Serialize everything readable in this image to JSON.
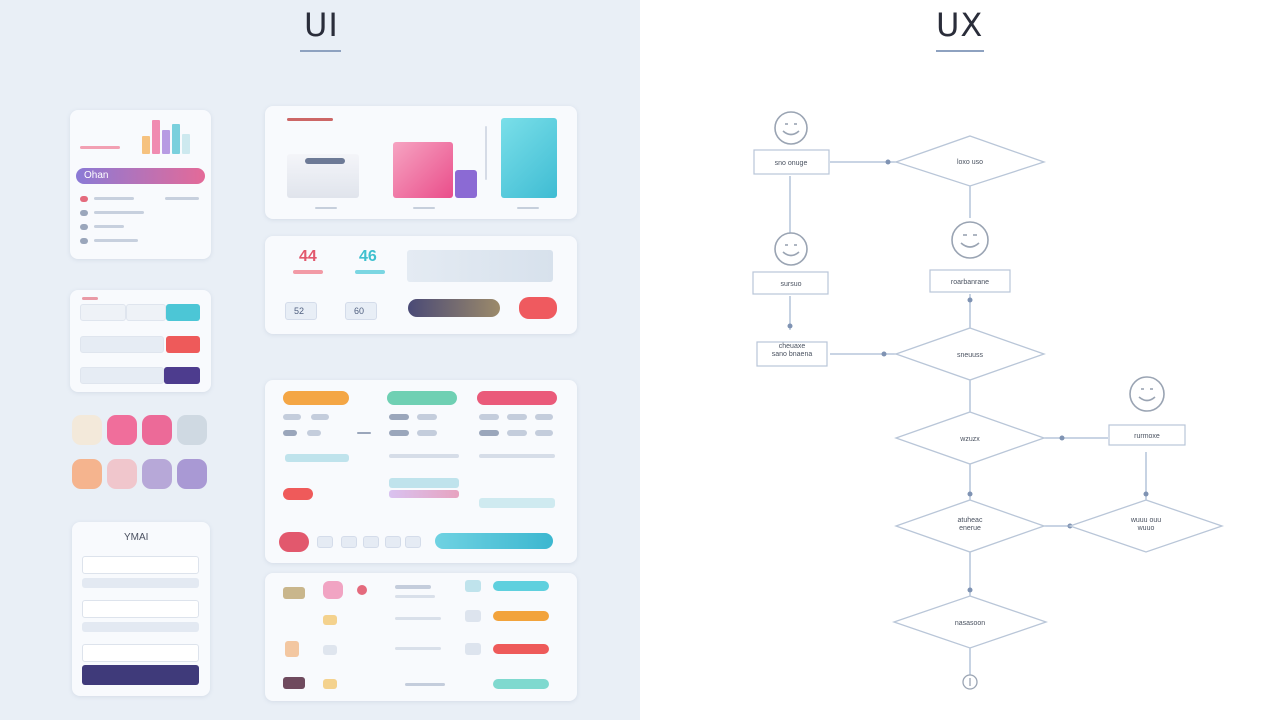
{
  "headings": {
    "ui": "UI",
    "ux": "UX"
  },
  "ui": {
    "card1": {
      "button": "Ohan"
    },
    "kpi": {
      "a": "44",
      "b": "46"
    },
    "stat_labels": {
      "a": "52",
      "b": "60"
    },
    "login_title": "YMAI"
  },
  "colors": {
    "pink": "#ec5f8d",
    "purple": "#8a6ad2",
    "teal": "#4cc6d6",
    "orange": "#f5a443",
    "red": "#ee5a5a",
    "navy": "#3f3a7a",
    "line": "#9fb3cf"
  },
  "ux_flow": {
    "nodes": [
      "sno onuge",
      "loxo uso",
      "sursuo",
      "roarbanrane",
      "cheuaxe\nsano bnaena",
      "sneuuss",
      "wzuzx",
      "rurmoxe",
      "atuheac\nenerue",
      "wuuu ouu\nwuuo",
      "nasasoon"
    ]
  }
}
